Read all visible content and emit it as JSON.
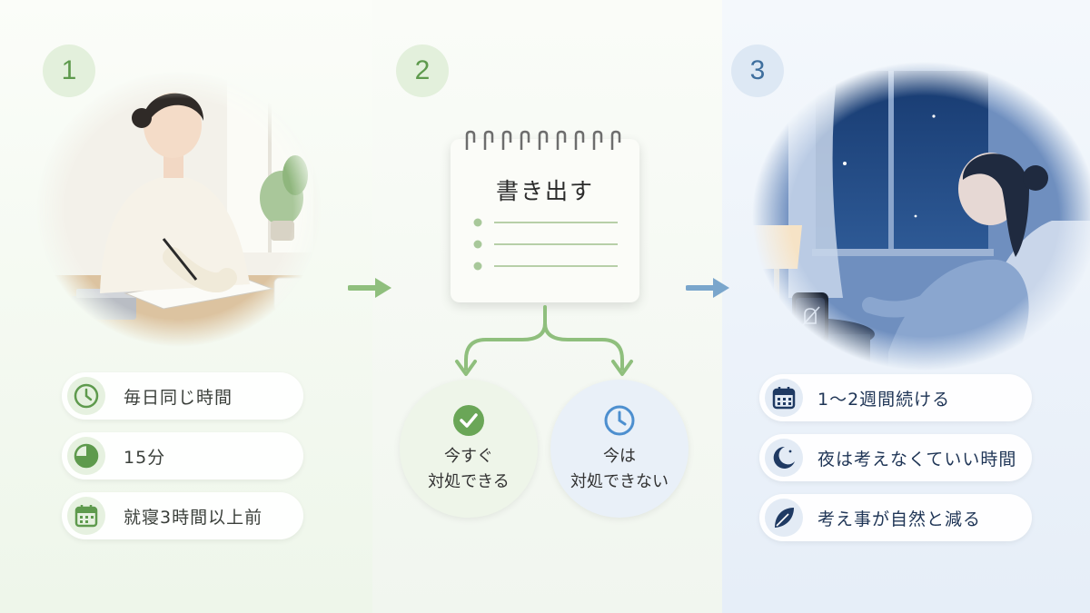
{
  "steps": [
    {
      "number": "1",
      "items": [
        {
          "icon": "clock-icon",
          "text": "毎日同じ時間"
        },
        {
          "icon": "pie-chart-icon",
          "text": "15分"
        },
        {
          "icon": "calendar-icon",
          "text": "就寝3時間以上前"
        }
      ]
    },
    {
      "number": "2",
      "notepad_title": "書き出す",
      "choices": [
        {
          "icon": "check-circle-icon",
          "line1": "今すぐ",
          "line2": "対処できる"
        },
        {
          "icon": "clock-icon",
          "line1": "今は",
          "line2": "対処できない"
        }
      ]
    },
    {
      "number": "3",
      "items": [
        {
          "icon": "calendar-icon",
          "text": "1〜2週間続ける"
        },
        {
          "icon": "moon-icon",
          "text": "夜は考えなくていい時間"
        },
        {
          "icon": "leaf-icon",
          "text": "考え事が自然と減る"
        }
      ]
    }
  ],
  "colors": {
    "green": "#5e9a4d",
    "green_light": "#8fbf7d",
    "blue": "#3f6f9e",
    "blue_dark": "#1f3a63"
  }
}
